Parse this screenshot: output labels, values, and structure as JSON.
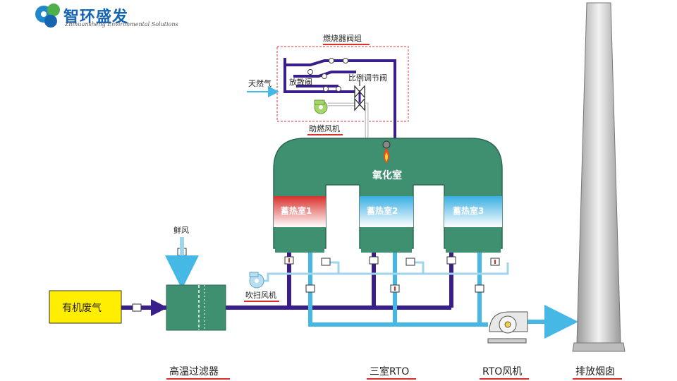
{
  "logo": {
    "name_cn": "智环盛发",
    "name_en": "Zhihuansheng Environmental Solutions"
  },
  "labels": {
    "burner_valve_group": "燃烧器阀组",
    "natural_gas": "天然气",
    "vent_valve": "放散阀",
    "proportional_valve": "比例调节阀",
    "combustion_fan": "助燃风机",
    "oxidation_chamber": "氧化室",
    "regen_chamber_1": "蓄热室1",
    "regen_chamber_2": "蓄热室2",
    "regen_chamber_3": "蓄热室3",
    "fresh_air": "鲜风",
    "purge_fan": "吹扫风机",
    "organic_waste_gas": "有机废气",
    "high_temp_filter": "高温过滤器",
    "three_chamber_rto": "三室RTO",
    "rto_fan": "RTO风机",
    "exhaust_stack": "排放烟囱"
  },
  "colors": {
    "chamber_green": "#3f8f71",
    "pipe_purple": "#3a1f8c",
    "pipe_blue": "#45b8e6",
    "chamber_red": "#d9302c",
    "burner_border": "#e06060",
    "organic_box": "#ffee00",
    "stack_gray": "#d8d8d8"
  },
  "icons": [
    "logo-icon",
    "valve-icon",
    "flame-icon",
    "fan-icon",
    "arrow-icon"
  ]
}
